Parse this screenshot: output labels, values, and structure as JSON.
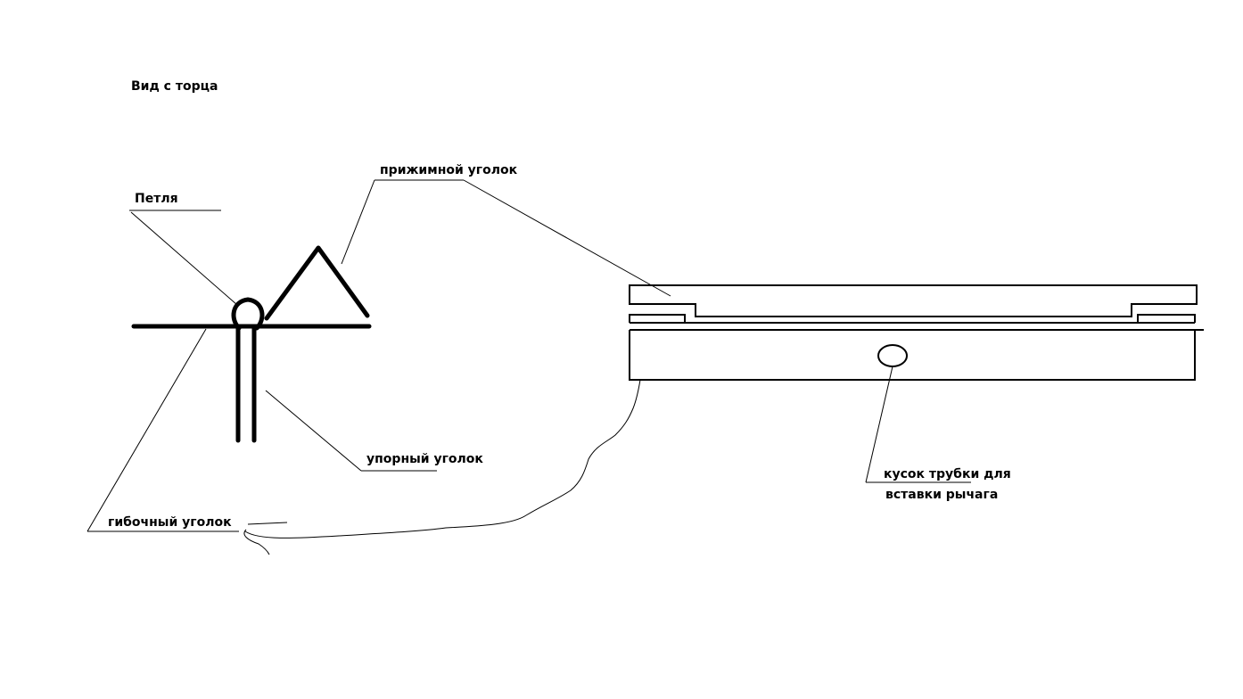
{
  "labels": {
    "end_view": "Вид с торца",
    "hinge": "Петля",
    "clamp_angle": "прижимной уголок",
    "stop_angle": "упорный уголок",
    "bending_angle": "гибочный уголок",
    "tube_line1": "кусок трубки для",
    "tube_line2": "вставки рычага"
  },
  "colors": {
    "ink": "#000000",
    "paper": "#ffffff"
  }
}
